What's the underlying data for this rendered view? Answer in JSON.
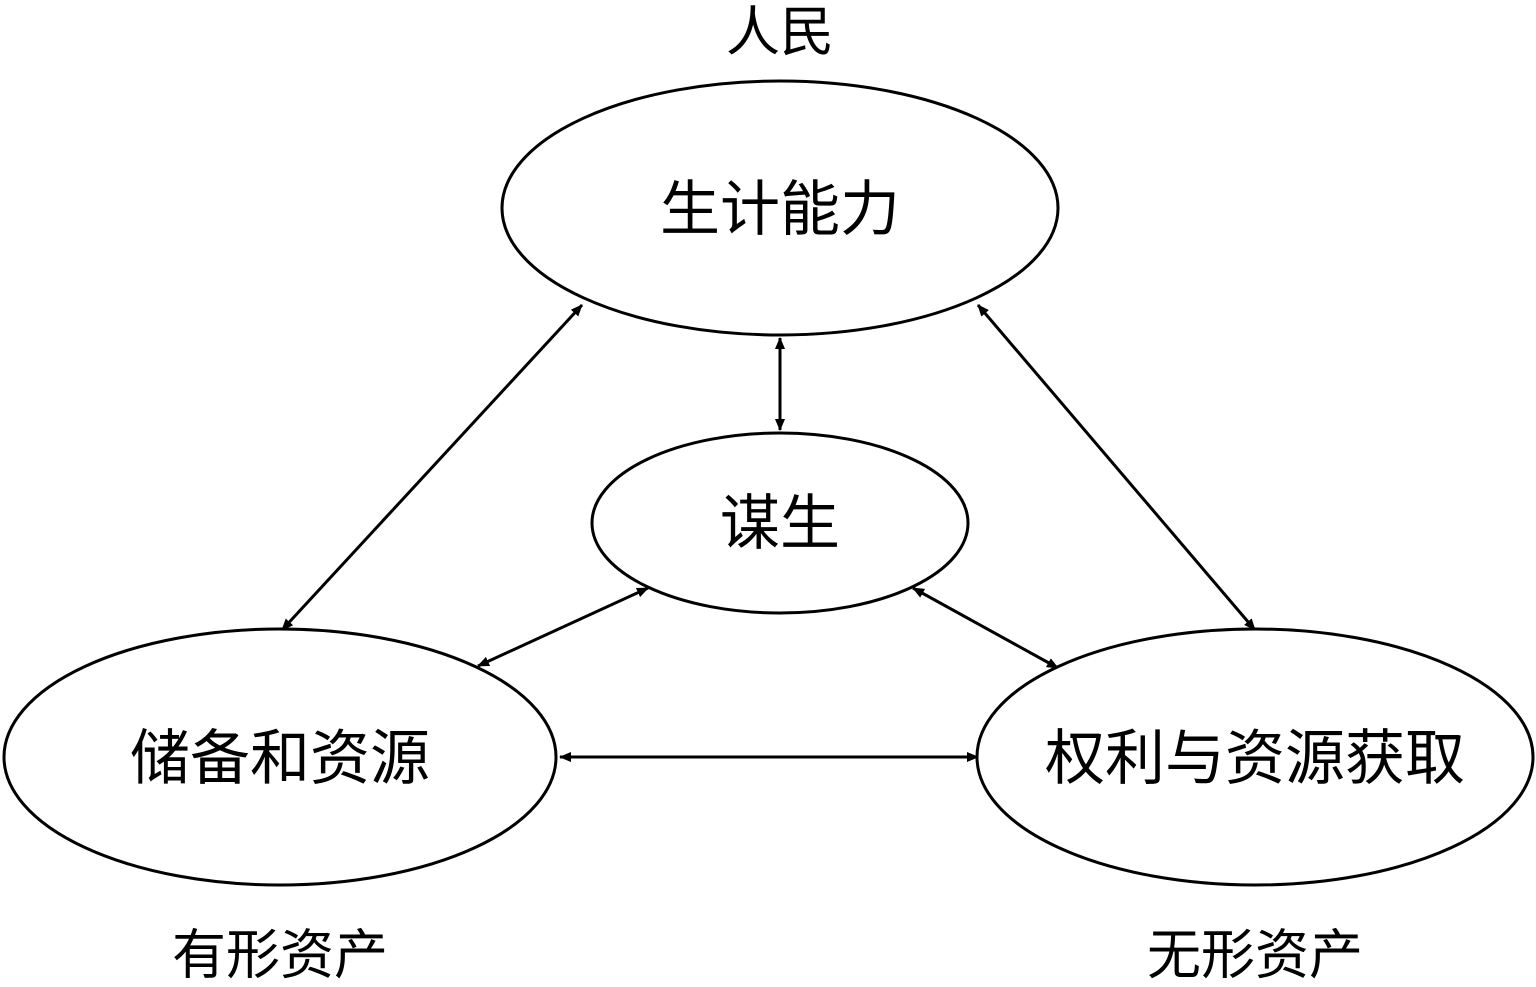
{
  "diagram": {
    "nodes": {
      "livelihood_capability": "生计能力",
      "livelihood": "谋生",
      "stores_resources": "储备和资源",
      "claims_access": "权利与资源获取"
    },
    "labels": {
      "people": "人民",
      "tangible_assets": "有形资产",
      "intangible_assets": "无形资产"
    },
    "edges": [
      {
        "from": "livelihood_capability",
        "to": "livelihood",
        "direction": "both"
      },
      {
        "from": "livelihood_capability",
        "to": "stores_resources",
        "direction": "both"
      },
      {
        "from": "livelihood_capability",
        "to": "claims_access",
        "direction": "both"
      },
      {
        "from": "livelihood",
        "to": "stores_resources",
        "direction": "both"
      },
      {
        "from": "livelihood",
        "to": "claims_access",
        "direction": "both"
      },
      {
        "from": "stores_resources",
        "to": "claims_access",
        "direction": "both"
      }
    ],
    "colors": {
      "stroke": "#000000",
      "background": "#ffffff"
    }
  }
}
